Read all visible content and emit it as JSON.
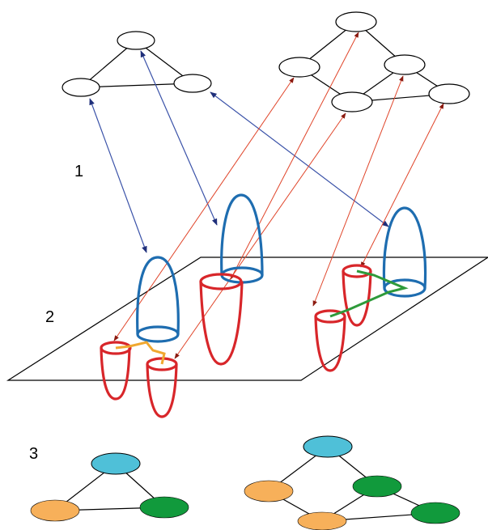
{
  "labels": {
    "step1": "1",
    "step2": "2",
    "step3": "3"
  },
  "colors": {
    "blue_link": "#3a52a8",
    "red_link": "#e0452a",
    "blue_cup": "#1e6db0",
    "red_cup": "#d8262a",
    "orange_path": "#f0a830",
    "green_path": "#2e9a3a",
    "node_cyan": "#4fc0d8",
    "node_orange": "#f7b05a",
    "node_green": "#119a3c"
  }
}
